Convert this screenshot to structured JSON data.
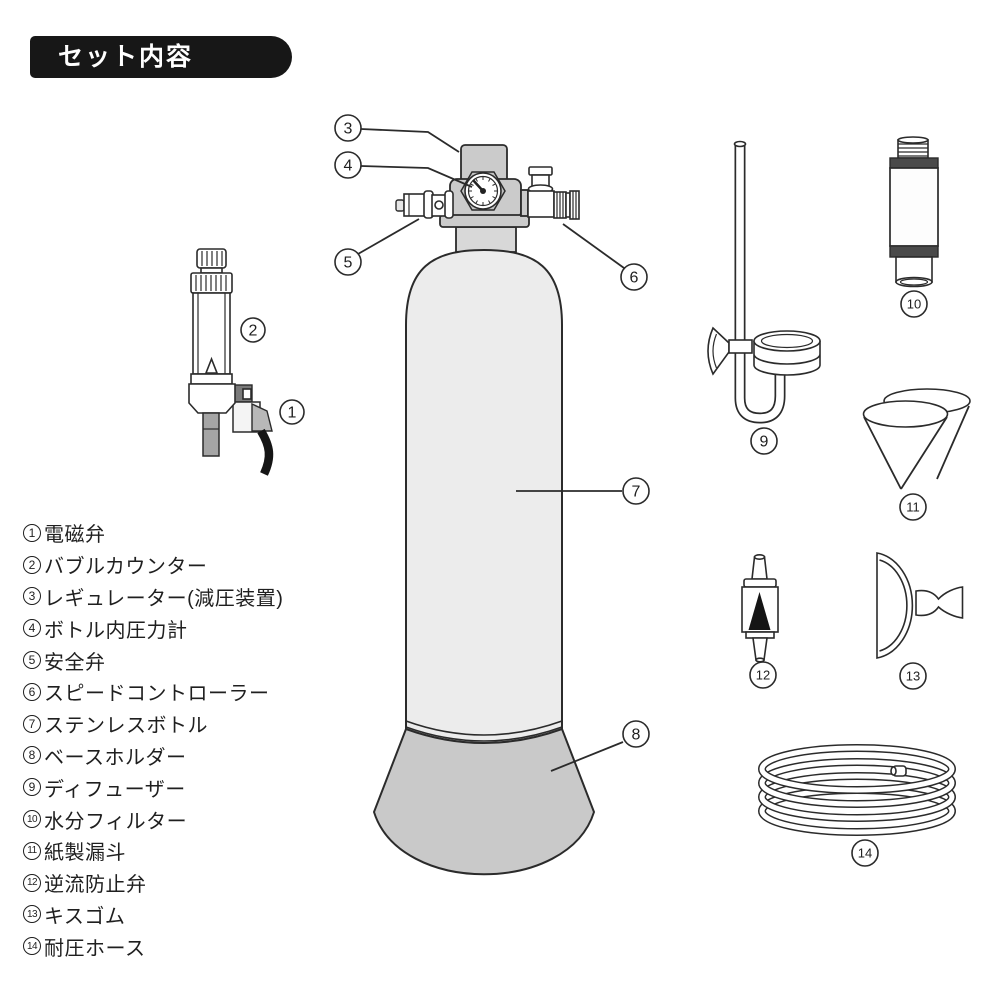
{
  "header": {
    "title": "セット内容"
  },
  "legend": {
    "items": [
      {
        "num": "1",
        "label": "電磁弁"
      },
      {
        "num": "2",
        "label": "バブルカウンター"
      },
      {
        "num": "3",
        "label": "レギュレーター(減圧装置)"
      },
      {
        "num": "4",
        "label": "ボトル内圧力計"
      },
      {
        "num": "5",
        "label": "安全弁"
      },
      {
        "num": "6",
        "label": "スピードコントローラー"
      },
      {
        "num": "7",
        "label": "ステンレスボトル"
      },
      {
        "num": "8",
        "label": "ベースホルダー"
      },
      {
        "num": "9",
        "label": "ディフューザー"
      },
      {
        "num": "10",
        "label": "水分フィルター"
      },
      {
        "num": "11",
        "label": "紙製漏斗"
      },
      {
        "num": "12",
        "label": "逆流防止弁"
      },
      {
        "num": "13",
        "label": "キスゴム"
      },
      {
        "num": "14",
        "label": "耐圧ホース"
      }
    ]
  },
  "colors": {
    "paper": "#ffffff",
    "text": "#1f1f1f",
    "line": "#2b2b2b",
    "banner_bg": "#171717",
    "banner_fg": "#ffffff",
    "metal": "#cbcbcb",
    "metal_light": "#d8d8d8",
    "bottle": "#ececec",
    "base": "#c9c9c9",
    "dark_band": "#4a4a4a",
    "stem": "#a5a5a5",
    "dark_block": "#7a7a7a",
    "cable": "#151515"
  }
}
